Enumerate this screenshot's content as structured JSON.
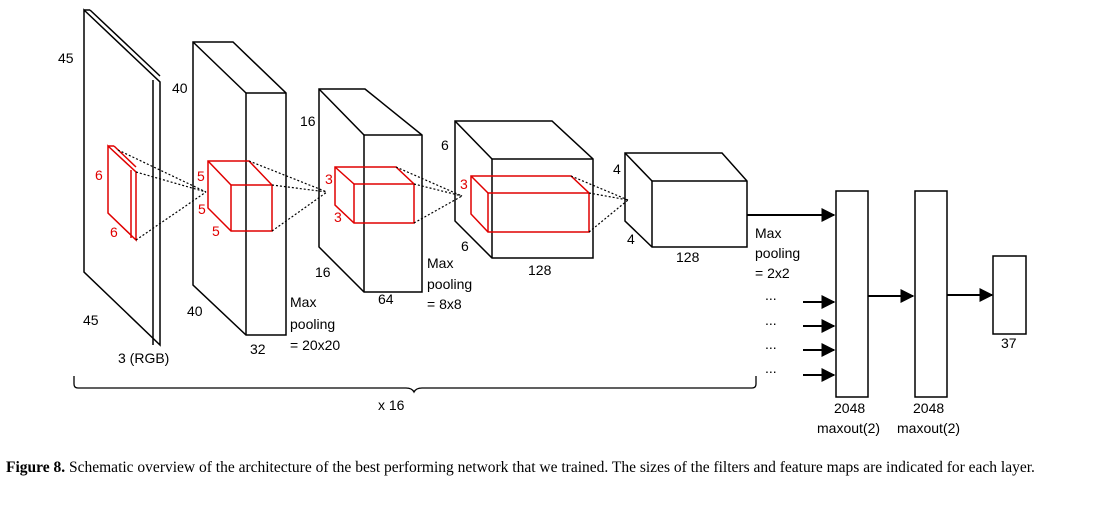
{
  "diagram": {
    "input": {
      "height": "45",
      "width": "45",
      "depth": "3 (RGB)",
      "filter_h": "6",
      "filter_w": "6"
    },
    "conv1": {
      "height": "40",
      "width": "40",
      "depth": "32",
      "filter_h": "5",
      "filter_w": "5",
      "filter_d": "5",
      "pool": [
        "Max",
        "pooling",
        "= 20x20"
      ]
    },
    "conv2": {
      "height": "16",
      "width": "16",
      "depth": "64",
      "filter_h": "3",
      "filter_w": "3",
      "pool": [
        "Max",
        "pooling",
        "= 8x8"
      ]
    },
    "conv3": {
      "height": "6",
      "width": "6",
      "depth": "128",
      "filter_h": "3"
    },
    "conv4": {
      "height": "4",
      "width": "4",
      "depth": "128",
      "pool": [
        "Max",
        "pooling",
        "= 2x2"
      ]
    },
    "ellipsis": "...",
    "repeat": "x 16",
    "dense1": {
      "size": "2048",
      "activation": "maxout(2)"
    },
    "dense2": {
      "size": "2048",
      "activation": "maxout(2)"
    },
    "output": {
      "size": "37"
    }
  },
  "caption": {
    "label": "Figure 8.",
    "text": "Schematic overview of the architecture of the best performing network that we trained. The sizes of the filters and feature maps are indicated for each layer."
  },
  "colors": {
    "filter": "#e00000",
    "lines": "#000000"
  }
}
